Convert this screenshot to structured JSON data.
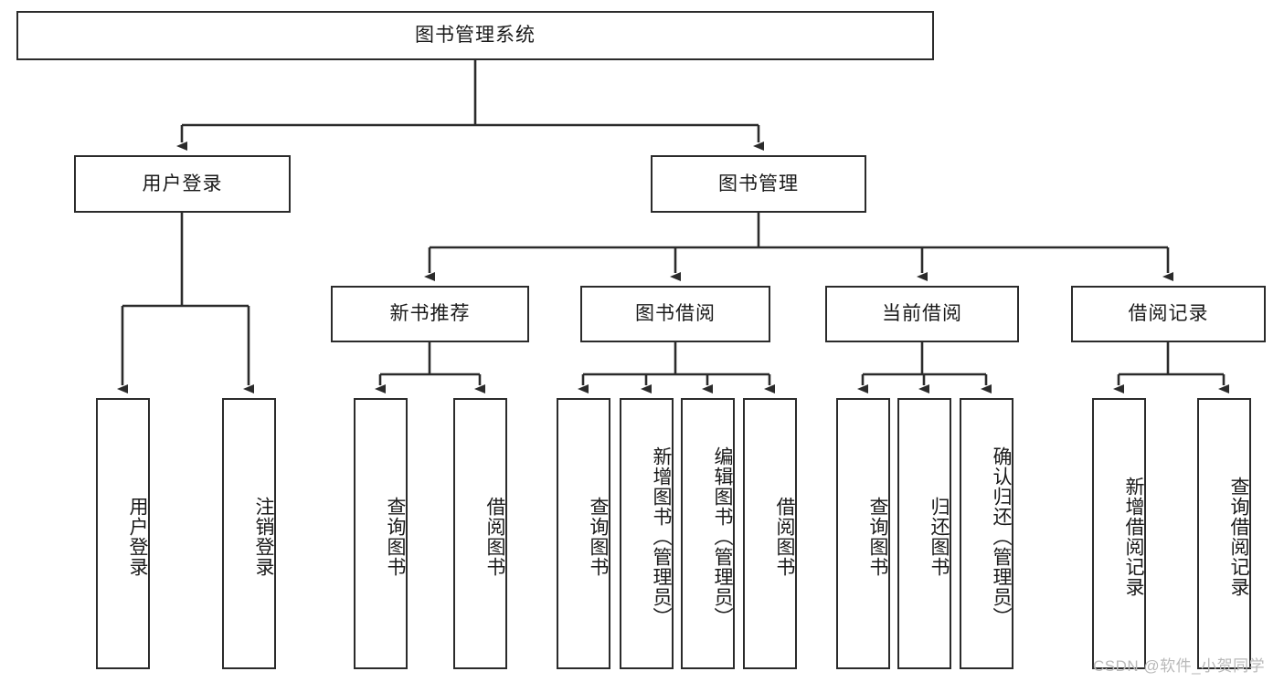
{
  "diagram": {
    "type": "tree-hierarchy-chart",
    "title_node": {
      "label": "图书管理系统"
    },
    "level2": [
      {
        "label": "用户登录"
      },
      {
        "label": "图书管理"
      }
    ],
    "level3": [
      {
        "label": "新书推荐"
      },
      {
        "label": "图书借阅"
      },
      {
        "label": "当前借阅"
      },
      {
        "label": "借阅记录"
      }
    ],
    "leaves": {
      "user_login": [
        {
          "label": "用户登录"
        },
        {
          "label": "注销登录"
        }
      ],
      "new_book_recommend": [
        {
          "label": "查询图书"
        },
        {
          "label": "借阅图书"
        }
      ],
      "book_borrow": [
        {
          "label": "查询图书"
        },
        {
          "label": "新增图书（管理员）"
        },
        {
          "label": "编辑图书（管理员）"
        },
        {
          "label": "借阅图书"
        }
      ],
      "current_borrow": [
        {
          "label": "查询图书"
        },
        {
          "label": "归还图书"
        },
        {
          "label": "确认归还（管理员）"
        }
      ],
      "borrow_record": [
        {
          "label": "新增借阅记录"
        },
        {
          "label": "查询借阅记录"
        }
      ]
    },
    "watermark": {
      "text": "CSDN @软件_小贺同学"
    },
    "colors": {
      "stroke": "#2b2b2b",
      "fill": "#ffffff",
      "text": "#1a1a1a",
      "watermark": "#b9b9b9"
    }
  }
}
